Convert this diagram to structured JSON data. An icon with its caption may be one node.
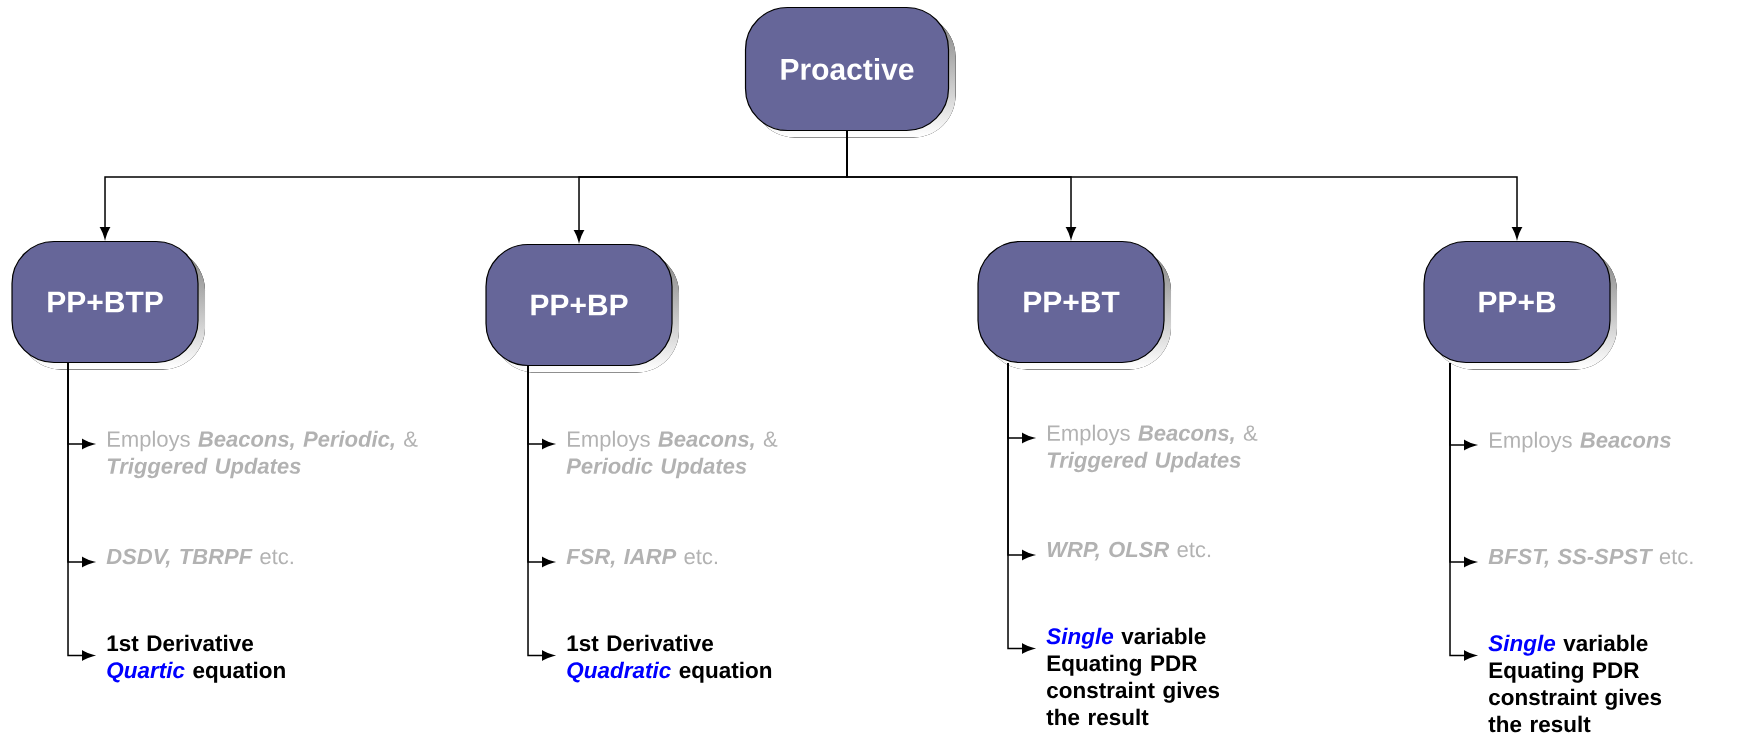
{
  "diagram": {
    "nodes": [
      {
        "text": [
          "Proactive"
        ]
      },
      {
        "text": [
          "PP+BTP"
        ]
      },
      {
        "text": [
          "PP+BP"
        ]
      },
      {
        "text": [
          "PP+BT"
        ]
      },
      {
        "text": [
          "PP+B"
        ]
      },
      {
        "text": [
          "Employs *Beacons, Periodic,* & *Triggered Updates*"
        ]
      },
      {
        "text": [
          "*DSDV, TBRPF* etc."
        ]
      },
      {
        "text": [
          "1st Derivative *Quartic* equation"
        ]
      },
      {
        "text": [
          "Employs *Beacons,* & *Periodic Updates*"
        ]
      },
      {
        "text": [
          "*FSR, IARP* etc."
        ]
      },
      {
        "text": [
          "1st Derivative *Quadratic* equation"
        ]
      },
      {
        "text": [
          "Employs *Beacons,* & *Triggered Updates*"
        ]
      },
      {
        "text": [
          "*WRP, OLSR* etc."
        ]
      },
      {
        "text": [
          "*Single* variable Equating PDR constraint gives the result"
        ]
      },
      {
        "text": [
          "Employs *Beacons*"
        ]
      },
      {
        "text": [
          "*BFST, SS-SPST* etc."
        ]
      },
      {
        "text": [
          "*Single* variable Equating PDR constraint gives the result"
        ]
      }
    ],
    "edges": [
      {
        "from": 0,
        "to": 1,
        "arrow": "to"
      },
      {
        "from": 0,
        "to": 2,
        "arrow": "to"
      },
      {
        "from": 0,
        "to": 3,
        "arrow": "to"
      },
      {
        "from": 0,
        "to": 4,
        "arrow": "to"
      },
      {
        "from": 1,
        "to": 5,
        "arrow": "to"
      },
      {
        "from": 1,
        "to": 6,
        "arrow": "to"
      },
      {
        "from": 1,
        "to": 7,
        "arrow": "to"
      },
      {
        "from": 2,
        "to": 8,
        "arrow": "to"
      },
      {
        "from": 2,
        "to": 9,
        "arrow": "to"
      },
      {
        "from": 2,
        "to": 10,
        "arrow": "to"
      },
      {
        "from": 3,
        "to": 11,
        "arrow": "to"
      },
      {
        "from": 3,
        "to": 12,
        "arrow": "to"
      },
      {
        "from": 3,
        "to": 13,
        "arrow": "to"
      },
      {
        "from": 4,
        "to": 14,
        "arrow": "to"
      },
      {
        "from": 4,
        "to": 15,
        "arrow": "to"
      },
      {
        "from": 4,
        "to": 16,
        "arrow": "to"
      }
    ]
  }
}
